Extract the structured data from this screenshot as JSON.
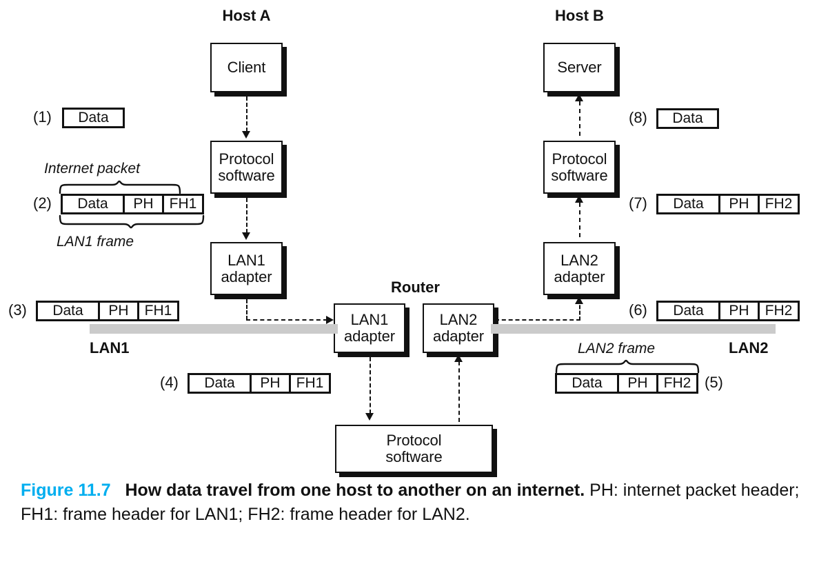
{
  "figure": {
    "number": "Figure 11.7",
    "title": "How data travel from one host to another on an internet.",
    "description": "PH: internet packet header; FH1: frame header for LAN1; FH2: frame header for LAN2."
  },
  "colors": {
    "accent": "#00AEEF",
    "bus": "#CBCBCB",
    "ink": "#111111",
    "paper": "#FFFFFF"
  },
  "host_a": {
    "label": "Host A",
    "nodes": [
      {
        "id": "client",
        "line1": "Client",
        "line2": ""
      },
      {
        "id": "protocol-software",
        "line1": "Protocol",
        "line2": "software"
      },
      {
        "id": "lan1-adapter",
        "line1": "LAN1",
        "line2": "adapter"
      }
    ]
  },
  "host_b": {
    "label": "Host B",
    "nodes": [
      {
        "id": "server",
        "line1": "Server",
        "line2": ""
      },
      {
        "id": "protocol-software",
        "line1": "Protocol",
        "line2": "software"
      },
      {
        "id": "lan2-adapter",
        "line1": "LAN2",
        "line2": "adapter"
      }
    ]
  },
  "router": {
    "label": "Router",
    "nodes": [
      {
        "id": "lan1-adapter",
        "line1": "LAN1",
        "line2": "adapter"
      },
      {
        "id": "lan2-adapter",
        "line1": "LAN2",
        "line2": "adapter"
      },
      {
        "id": "protocol-software",
        "line1": "Protocol",
        "line2": "software"
      }
    ]
  },
  "networks": [
    {
      "id": "lan1",
      "label": "LAN1"
    },
    {
      "id": "lan2",
      "label": "LAN2"
    }
  ],
  "brace_captions": [
    {
      "id": "internet-packet",
      "text": "Internet packet",
      "spans": "Data + PH"
    },
    {
      "id": "lan1-frame",
      "text": "LAN1 frame",
      "spans": "Data + PH + FH1"
    },
    {
      "id": "lan2-frame",
      "text": "LAN2 frame",
      "spans": "Data + PH + FH2"
    }
  ],
  "steps": [
    {
      "num": "(1)",
      "cells": [
        "Data"
      ]
    },
    {
      "num": "(2)",
      "cells": [
        "Data",
        "PH",
        "FH1"
      ]
    },
    {
      "num": "(3)",
      "cells": [
        "Data",
        "PH",
        "FH1"
      ]
    },
    {
      "num": "(4)",
      "cells": [
        "Data",
        "PH",
        "FH1"
      ]
    },
    {
      "num": "(5)",
      "cells": [
        "Data",
        "PH",
        "FH2"
      ]
    },
    {
      "num": "(6)",
      "cells": [
        "Data",
        "PH",
        "FH2"
      ]
    },
    {
      "num": "(7)",
      "cells": [
        "Data",
        "PH",
        "FH2"
      ]
    },
    {
      "num": "(8)",
      "cells": [
        "Data"
      ]
    }
  ]
}
